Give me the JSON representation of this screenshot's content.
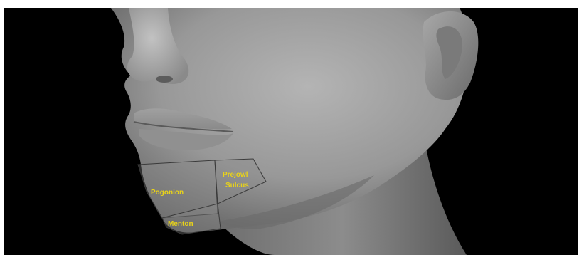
{
  "figure": {
    "background_color": "#000000",
    "skin_color": "#9a9a9a",
    "outline_color": "#3a3a3a",
    "label_color": "#e8d21a",
    "regions": [
      {
        "key": "pogonion",
        "lines": [
          "Pogonion"
        ]
      },
      {
        "key": "prejowl_sulcus",
        "lines": [
          "Prejowl",
          "Sulcus"
        ]
      },
      {
        "key": "menton",
        "lines": [
          "Menton"
        ]
      }
    ]
  }
}
